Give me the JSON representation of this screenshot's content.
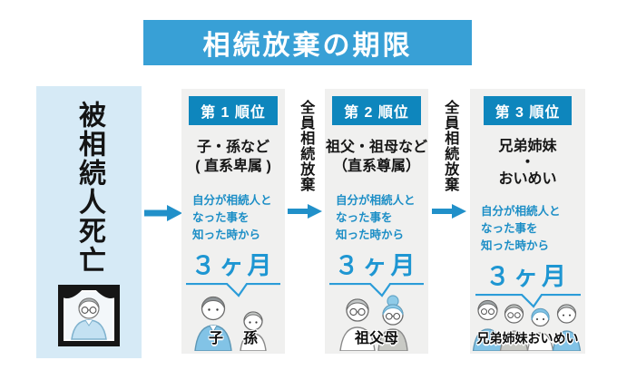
{
  "title": {
    "text": "相続放棄の期限"
  },
  "deceased": {
    "label": "被相続人死亡"
  },
  "flow": {
    "renounce_labels": [
      "全員相続放棄",
      "全員相続放棄"
    ]
  },
  "columns": [
    {
      "rank": "第 1 順位",
      "heirs": "子・孫など\n( 直系卑属 )",
      "condition": "自分が相続人と\nなった事を\n知った時から",
      "period": "３ヶ月",
      "labels": [
        "子",
        "孫"
      ]
    },
    {
      "rank": "第 2 順位",
      "heirs": "祖父・祖母など\n（直系尊属）",
      "condition": "自分が相続人と\nなった事を\n知った時から",
      "period": "３ヶ月",
      "labels": [
        "祖父母"
      ]
    },
    {
      "rank": "第 3 順位",
      "heirs": "兄弟姉妹\n・\nおいめい",
      "condition": "自分が相続人と\nなった事を\n知った時から",
      "period": "３ヶ月",
      "labels": [
        "兄弟姉妹おいめい"
      ]
    }
  ],
  "icons": {
    "portrait": "memorial-portrait-illustration",
    "arrows": "flow-arrow-right",
    "col1_people": "parent-and-child-illustration",
    "col2_people": "grandparents-illustration",
    "col3_people": "siblings-nephews-nieces-illustration"
  },
  "colors": {
    "banner_blue": "#38A0D6",
    "badge_blue": "#0E86BD",
    "accent_text_blue": "#1C8EC6",
    "period_blue": "#1E96D2",
    "arrow_blue": "#2190C9",
    "deceased_panel_blue": "#D6EAF6",
    "column_gray": "#F0F0EF",
    "text_black": "#1b1b1b"
  }
}
